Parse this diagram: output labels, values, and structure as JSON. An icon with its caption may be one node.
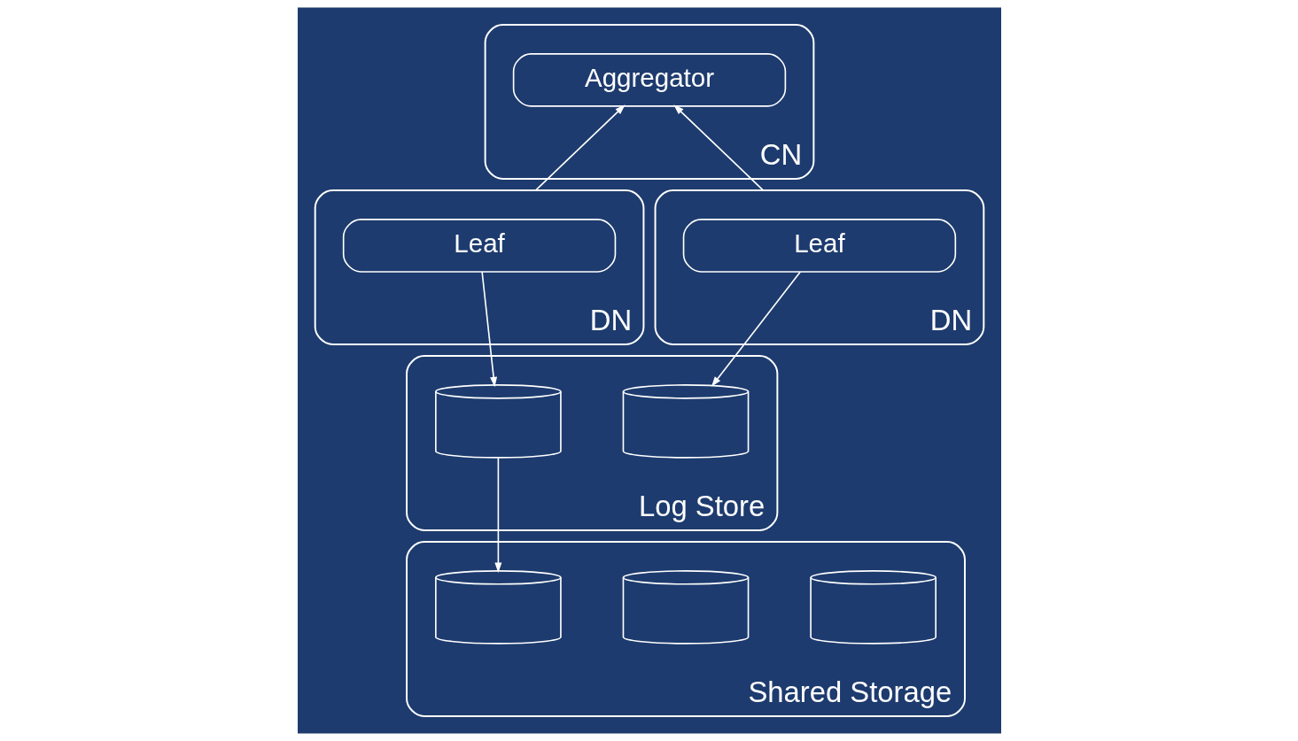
{
  "diagram": {
    "nodes": [
      {
        "text": [
          "CN"
        ]
      },
      {
        "text": [
          "Aggregator"
        ],
        "in": 0
      },
      {
        "text": [
          "DN"
        ]
      },
      {
        "text": [
          "Leaf"
        ],
        "in": 2
      },
      {
        "text": [
          "DN"
        ]
      },
      {
        "text": [
          "Leaf"
        ],
        "in": 4
      },
      {
        "text": [
          "Log Store"
        ]
      },
      {
        "text": [],
        "shape": "cylinder",
        "in": 6
      },
      {
        "text": [],
        "shape": "cylinder",
        "in": 6
      },
      {
        "text": [
          "Shared Storage"
        ]
      },
      {
        "text": [],
        "shape": "cylinder",
        "in": 9
      },
      {
        "text": [],
        "shape": "cylinder",
        "in": 9
      },
      {
        "text": [],
        "shape": "cylinder",
        "in": 9
      }
    ],
    "edges": [
      {
        "from": 2,
        "to": 1,
        "arrow": "to"
      },
      {
        "from": 4,
        "to": 1,
        "arrow": "to"
      },
      {
        "from": 3,
        "to": 7,
        "arrow": "to"
      },
      {
        "from": 5,
        "to": 8,
        "arrow": "to"
      },
      {
        "from": 7,
        "to": 10,
        "arrow": "to"
      }
    ]
  }
}
